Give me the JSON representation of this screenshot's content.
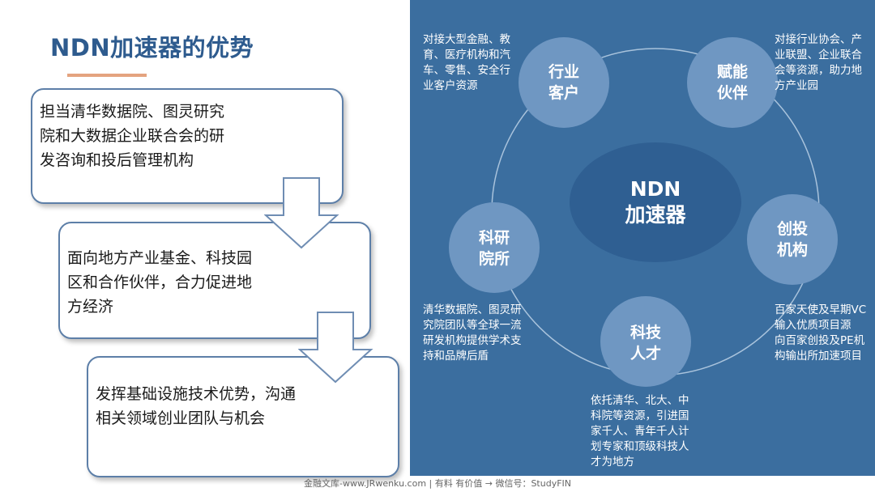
{
  "title": "NDN加速器的优势",
  "steps": [
    {
      "text": "担当清华数据院、图灵研究院和大数据企业联合会的研发咨询和投后管理机构"
    },
    {
      "text": "面向地方产业基金、科技园区和合作伙伴，合力促进地方经济"
    },
    {
      "text": "发挥基础设施技术优势，沟通相关领域创业团队与机会"
    }
  ],
  "center": {
    "line1": "NDN",
    "line2": "加速器"
  },
  "nodes": {
    "industry_clients": {
      "line1": "行业",
      "line2": "客户",
      "desc": "对接大型金融、教育、医疗机构和汽车、零售、安全行业客户资源"
    },
    "empower_partners": {
      "line1": "赋能",
      "line2": "伙伴",
      "desc": "对接行业协会、产业联盟、企业联合会等资源，助力地方产业园"
    },
    "vc_institutions": {
      "line1": "创投",
      "line2": "机构",
      "desc": "百家天使及早期VC输入优质项目源\n向百家创投及PE机构输出所加速项目"
    },
    "tech_talent": {
      "line1": "科技",
      "line2": "人才",
      "desc": "依托清华、北大、中科院等资源，引进国家千人、青年千人计划专家和顶级科技人才为地方"
    },
    "research_institutes": {
      "line1": "科研",
      "line2": "院所",
      "desc": "清华数据院、图灵研究院团队等全球一流研发机构提供学术支持和品牌后盾"
    }
  },
  "colors": {
    "title": "#2e5b8e",
    "underline": "#e4a37f",
    "panel": "#3b6e9f",
    "node": "#6f97c2",
    "center": "#2f5f92",
    "box_border": "#5d7fa8"
  },
  "footer": "金融文库-www.JRwenku.com | 有料  有价值 → 微信号：StudyFIN"
}
